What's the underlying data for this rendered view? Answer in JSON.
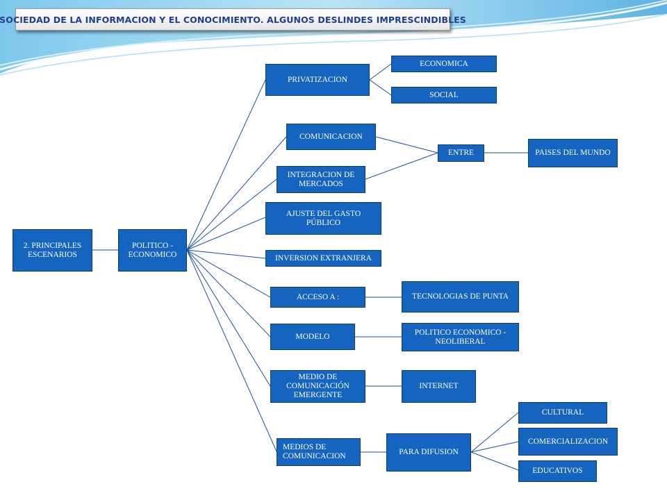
{
  "title": "SOCIEDAD DE LA INFORMACION Y EL CONOCIMIENTO. ALGUNOS DESLINDES IMPRESCINDIBLES",
  "nodes": {
    "escenarios": "2. PRINCIPALES ESCENARIOS",
    "politico": "POLITICO - ECONOMICO",
    "privatizacion": "PRIVATIZACION",
    "economica": "ECONOMICA",
    "social": "SOCIAL",
    "comunicacion": "COMUNICACION",
    "integracion": "INTEGRACION DE MERCADOS",
    "entre": "ENTRE",
    "paises": "PAISES DEL MUNDO",
    "ajuste": "AJUSTE DEL GASTO PÚBLICO",
    "inversion": "INVERSION EXTRANJERA",
    "acceso": "ACCESO A :",
    "tecnologias": "TECNOLOGIAS DE PUNTA",
    "modelo": "MODELO",
    "neoliberal": "POLITICO ECONOMICO - NEOLIBERAL",
    "medio": "MEDIO DE COMUNICACIÓN EMERGENTE",
    "internet": "INTERNET",
    "medios": "MEDIOS DE COMUNICACION",
    "difusion": "PARA DIFUSION",
    "cultural": "CULTURAL",
    "comercializacion": "COMERCIALIZACION",
    "educativos": "EDUCATIVOS"
  },
  "colors": {
    "node_fill": "#1565c0",
    "node_border": "#0d3c78",
    "edge": "#1f4e9a",
    "title_text": "#1f3f8f"
  }
}
